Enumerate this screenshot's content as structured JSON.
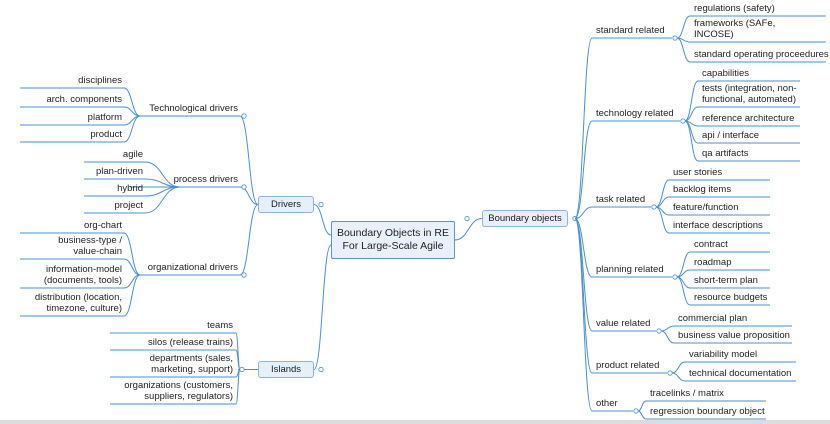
{
  "central": {
    "line1": "Boundary Objects in RE",
    "line2": "For Large-Scale Agile"
  },
  "left": {
    "drivers": {
      "label": "Drivers",
      "groups": [
        {
          "label": "Technological drivers",
          "leaves": [
            "disciplines",
            "arch. components",
            "platform",
            "product"
          ]
        },
        {
          "label": "process drivers",
          "leaves": [
            "agile",
            "plan-driven",
            "hybrid",
            "project"
          ]
        },
        {
          "label": "organizational drivers",
          "leaves": [
            "org-chart",
            "business-type /\nvalue-chain",
            "information-model\n(documents, tools)",
            "distribution (location,\ntimezone, culture)"
          ]
        }
      ]
    },
    "islands": {
      "label": "Islands",
      "leaves": [
        "teams",
        "silos (release trains)",
        "departments (sales,\nmarketing, support)",
        "organizations (customers,\nsuppliers, regulators)"
      ]
    }
  },
  "right": {
    "label": "Boundary objects",
    "groups": [
      {
        "label": "standard related",
        "leaves": [
          "regulations (safety)",
          "frameworks (SAFe,\nINCOSE)",
          "standard operating proceedures"
        ]
      },
      {
        "label": "technology related",
        "leaves": [
          "capabilities",
          "tests (integration, non-\nfunctional, automated)",
          "reference architecture",
          "api / interface",
          "qa artifacts"
        ]
      },
      {
        "label": "task related",
        "leaves": [
          "user stories",
          "backlog items",
          "feature/function",
          "interface descriptions"
        ]
      },
      {
        "label": "planning related",
        "leaves": [
          "contract",
          "roadmap",
          "short-term plan",
          "resource budgets"
        ]
      },
      {
        "label": "value related",
        "leaves": [
          "commercial plan",
          "business value proposition"
        ]
      },
      {
        "label": "product related",
        "leaves": [
          "variability model",
          "technical documentation"
        ]
      },
      {
        "label": "other",
        "leaves": [
          "tracelinks / matrix",
          "regression boundary object"
        ]
      }
    ]
  },
  "colors": {
    "link": "#4a8fd6",
    "node_fill": "#e6f0fb",
    "node_border": "#8fb3d9"
  }
}
